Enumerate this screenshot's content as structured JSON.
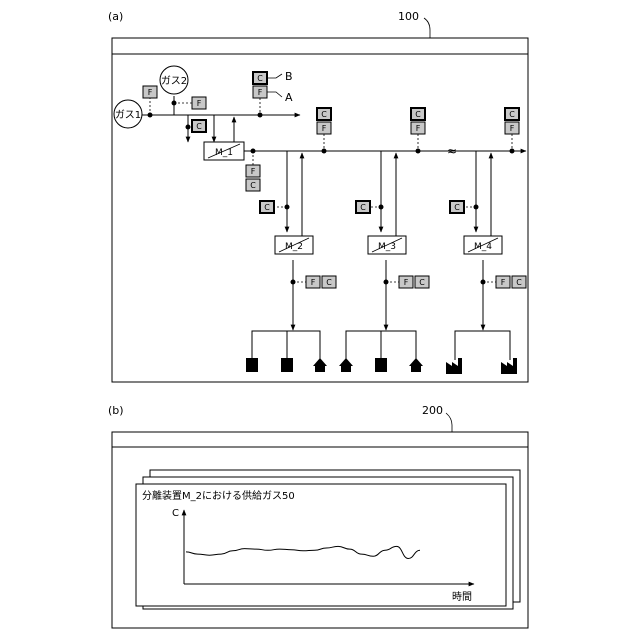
{
  "figure_a": {
    "label": "(a)",
    "ref_number": "100",
    "gas_sources": [
      "ガス1",
      "ガス2"
    ],
    "sensor_c": "C",
    "sensor_f": "F",
    "callout_b": "B",
    "callout_a": "A",
    "separators": [
      "M_1",
      "M_2",
      "M_3",
      "M_4"
    ],
    "break_mark": "≈"
  },
  "figure_b": {
    "label": "(b)",
    "ref_number": "200",
    "chart_title": "分離装置M_2における供給ガス50",
    "chart_data": {
      "type": "line",
      "title": "分離装置M_2における供給ガス50",
      "xlabel": "時間",
      "ylabel": "C",
      "x": [
        0,
        1,
        2,
        3,
        4,
        5,
        6,
        7,
        8,
        9,
        10,
        11,
        12,
        13,
        14,
        15,
        16,
        17,
        18,
        19,
        20
      ],
      "series": [
        {
          "values": [
            0.42,
            0.38,
            0.36,
            0.38,
            0.44,
            0.48,
            0.47,
            0.45,
            0.47,
            0.46,
            0.44,
            0.45,
            0.49,
            0.52,
            0.47,
            0.38,
            0.34,
            0.45,
            0.52,
            0.3,
            0.45
          ]
        }
      ],
      "grid": false
    }
  }
}
